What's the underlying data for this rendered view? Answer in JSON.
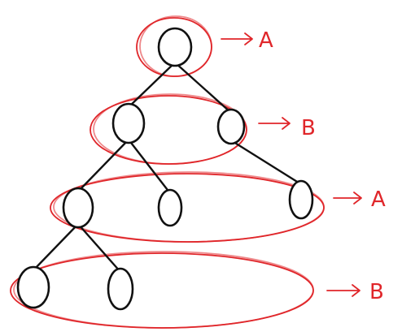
{
  "colors": {
    "tree_ink": "#111111",
    "annotation": "#e0262a"
  },
  "levels": [
    {
      "depth": 0,
      "label": "A",
      "node_count": 1
    },
    {
      "depth": 1,
      "label": "B",
      "node_count": 2
    },
    {
      "depth": 2,
      "label": "A",
      "node_count": 3
    },
    {
      "depth": 3,
      "label": "B",
      "node_count": 2
    }
  ],
  "nodes": [
    {
      "id": "n1",
      "depth": 0,
      "parent": null
    },
    {
      "id": "n2",
      "depth": 1,
      "parent": "n1"
    },
    {
      "id": "n3",
      "depth": 1,
      "parent": "n1"
    },
    {
      "id": "n4",
      "depth": 2,
      "parent": "n2"
    },
    {
      "id": "n5",
      "depth": 2,
      "parent": "n2"
    },
    {
      "id": "n6",
      "depth": 2,
      "parent": "n3"
    },
    {
      "id": "n7",
      "depth": 3,
      "parent": "n4"
    },
    {
      "id": "n8",
      "depth": 3,
      "parent": "n4"
    }
  ]
}
